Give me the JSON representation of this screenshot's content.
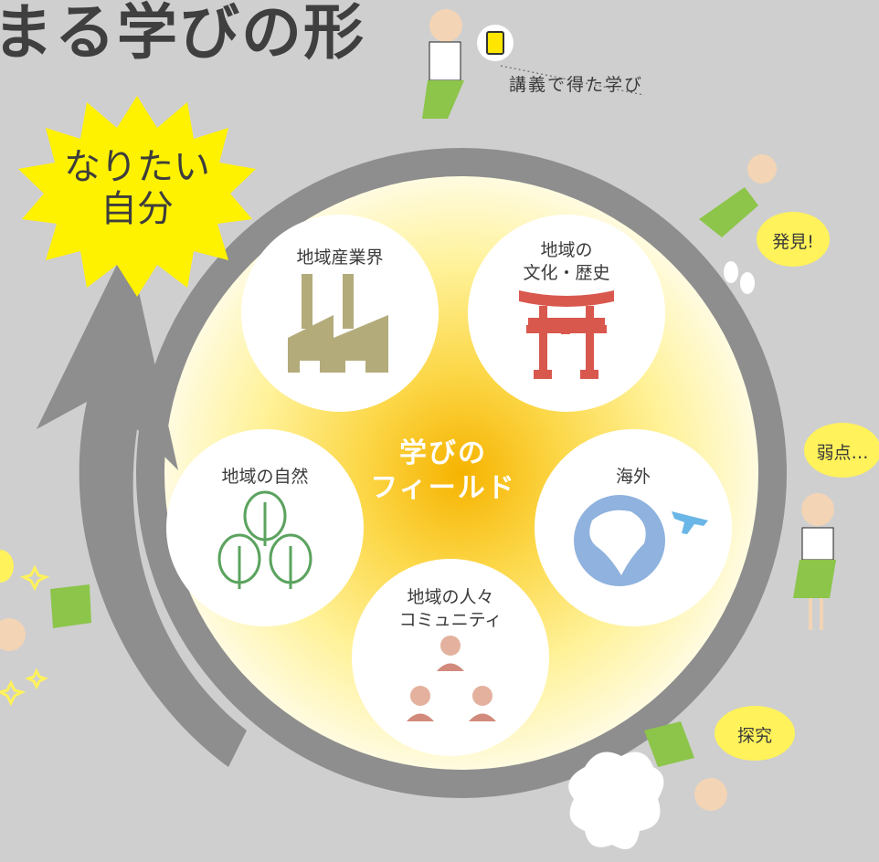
{
  "header": {
    "title": "まる学びの形"
  },
  "goal": {
    "line1": "なりたい",
    "line2": "自分"
  },
  "lecture_caption": "講義で得た学び",
  "center": {
    "line1": "学びの",
    "line2": "フィールド"
  },
  "nodes": {
    "industry": {
      "line1": "地域産業界"
    },
    "culture": {
      "line1": "地域の",
      "line2": "文化・歴史"
    },
    "nature": {
      "line1": "地域の自然"
    },
    "overseas": {
      "line1": "海外"
    },
    "community": {
      "line1": "地域の人々",
      "line2": "コミュニティ"
    }
  },
  "bubbles": {
    "discovery": "発見!",
    "weakness": "弱点…",
    "inquiry": "探究"
  },
  "colors": {
    "background": "#cfcfcf",
    "ring": "#8c8c8c",
    "burst": "#fff200",
    "glow_center": "#f7b500",
    "glow_edge": "#fffbd8",
    "torii": "#d9584e",
    "factory": "#b3ab7a",
    "tree": "#5ba35e",
    "globe": "#8fb2de",
    "person": "#d18a7c",
    "skirt": "#8cc54a"
  }
}
